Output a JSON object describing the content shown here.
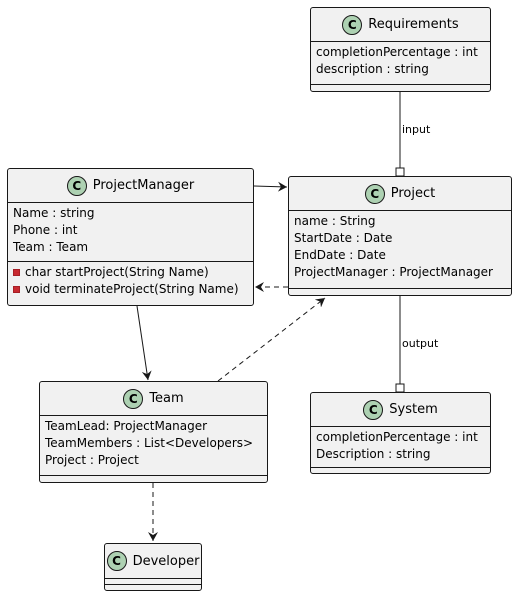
{
  "classes": {
    "requirements": {
      "badge": "C",
      "name": "Requirements",
      "attributes": [
        "completionPercentage : int",
        "description : string"
      ],
      "methods": []
    },
    "project_manager": {
      "badge": "C",
      "name": "ProjectManager",
      "attributes": [
        "Name : string",
        "Phone : int",
        "Team : Team"
      ],
      "methods": [
        "char startProject(String Name)",
        "void terminateProject(String Name)"
      ]
    },
    "project": {
      "badge": "C",
      "name": "Project",
      "attributes": [
        "name : String",
        "StartDate : Date",
        "EndDate : Date",
        "ProjectManager : ProjectManager"
      ],
      "methods": []
    },
    "team": {
      "badge": "C",
      "name": "Team",
      "attributes": [
        "TeamLead: ProjectManager",
        "TeamMembers : List<Developers>",
        "Project : Project"
      ],
      "methods": []
    },
    "system": {
      "badge": "C",
      "name": "System",
      "attributes": [
        "completionPercentage : int",
        "Description : string"
      ],
      "methods": []
    },
    "developer": {
      "badge": "C",
      "name": "Developer",
      "attributes": [],
      "methods": []
    }
  },
  "edges": {
    "requirements_to_project": {
      "label": "input"
    },
    "project_to_system": {
      "label": "output"
    }
  },
  "colors": {
    "class_fill": "#f1f1f1",
    "border": "#181818",
    "badge_fill": "#add1b2",
    "private_marker": "#c82930"
  }
}
